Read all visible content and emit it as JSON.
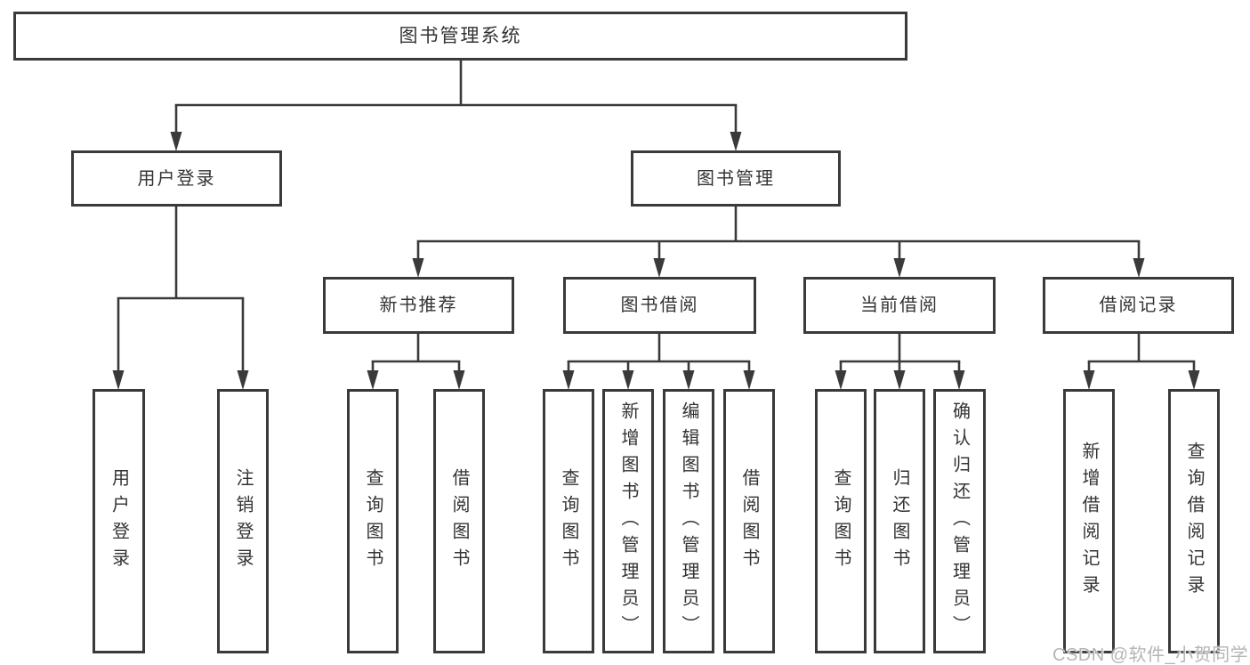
{
  "diagram": {
    "type": "tree",
    "title": "图书管理系统",
    "nodes": {
      "root": {
        "label": "图书管理系统",
        "parent": null
      },
      "user-login-group": {
        "label": "用户登录",
        "parent": "root"
      },
      "book-mgmt-group": {
        "label": "图书管理",
        "parent": "root"
      },
      "user-login": {
        "label": "用户登录",
        "parent": "user-login-group"
      },
      "logout": {
        "label": "注销登录",
        "parent": "user-login-group"
      },
      "new-book-rec": {
        "label": "新书推荐",
        "parent": "book-mgmt-group"
      },
      "book-borrow": {
        "label": "图书借阅",
        "parent": "book-mgmt-group"
      },
      "current-borrow": {
        "label": "当前借阅",
        "parent": "book-mgmt-group"
      },
      "borrow-record": {
        "label": "借阅记录",
        "parent": "book-mgmt-group"
      },
      "query-books-1": {
        "label": "查询图书",
        "parent": "new-book-rec"
      },
      "borrow-books-1": {
        "label": "借阅图书",
        "parent": "new-book-rec"
      },
      "query-books-2": {
        "label": "查询图书",
        "parent": "book-borrow"
      },
      "add-book-admin": {
        "label": "新增图书（管理员）",
        "parent": "book-borrow"
      },
      "edit-book-admin": {
        "label": "编辑图书（管理员）",
        "parent": "book-borrow"
      },
      "borrow-books-2": {
        "label": "借阅图书",
        "parent": "book-borrow"
      },
      "query-books-3": {
        "label": "查询图书",
        "parent": "current-borrow"
      },
      "return-book": {
        "label": "归还图书",
        "parent": "current-borrow"
      },
      "confirm-return-admin": {
        "label": "确认归还（管理员）",
        "parent": "current-borrow"
      },
      "add-borrow-record": {
        "label": "新增借阅记录",
        "parent": "borrow-record"
      },
      "query-borrow-record": {
        "label": "查询借阅记录",
        "parent": "borrow-record"
      }
    },
    "colors": {
      "line": "#3a3a3a",
      "text": "#333333",
      "box_background": "#ffffff",
      "watermark": "#b5b5b5"
    }
  },
  "watermark": {
    "text": "CSDN @软件_小贺同学"
  }
}
